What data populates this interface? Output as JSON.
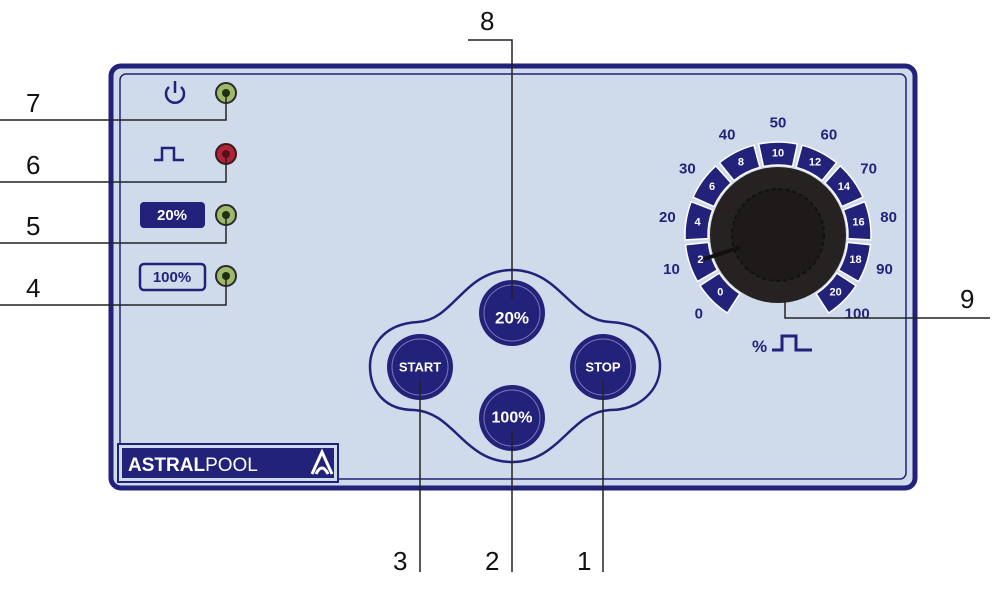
{
  "colors": {
    "panel_bg": "#cfdaea",
    "navy": "#22227a",
    "led_green": "#9fb86a",
    "led_red": "#b0233a",
    "knob": "#262222"
  },
  "callouts": {
    "c1": "1",
    "c2": "2",
    "c3": "3",
    "c4": "4",
    "c5": "5",
    "c6": "6",
    "c7": "7",
    "c8": "8",
    "c9": "9"
  },
  "indicators": {
    "power_icon": "power-icon",
    "pulse_icon": "pulse-icon",
    "badge_20": "20%",
    "badge_100": "100%"
  },
  "buttons": {
    "start": "START",
    "stop": "STOP",
    "p20": "20%",
    "p100": "100%"
  },
  "dial": {
    "inner_labels": [
      "0",
      "2",
      "4",
      "6",
      "8",
      "10",
      "12",
      "14",
      "16",
      "18",
      "20"
    ],
    "outer_labels": [
      "0",
      "10",
      "20",
      "30",
      "40",
      "50",
      "60",
      "70",
      "80",
      "90",
      "100"
    ],
    "current_index": 1,
    "unit_label": "%"
  },
  "logo": {
    "bold": "ASTRAL",
    "light": "POOL"
  }
}
